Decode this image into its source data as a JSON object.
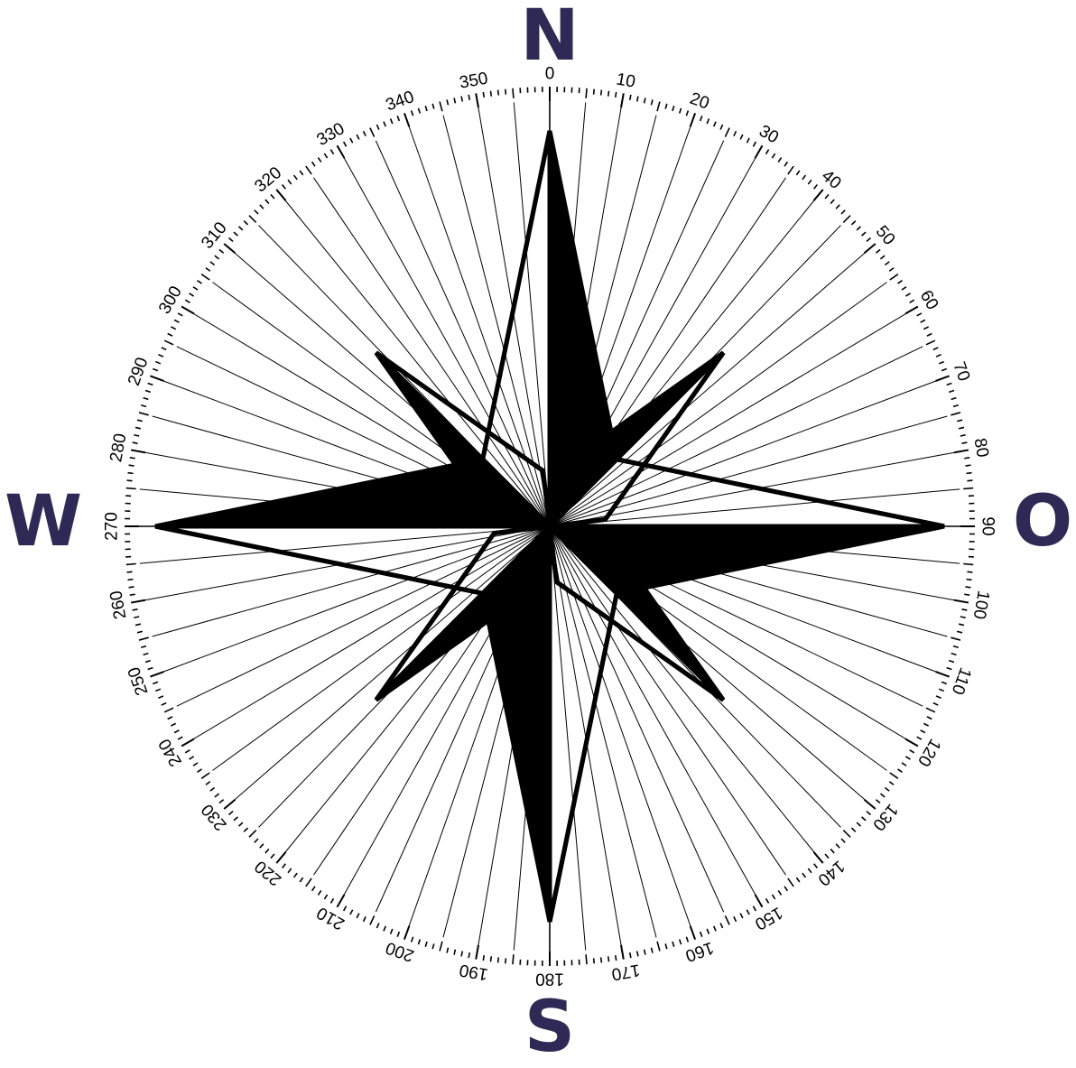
{
  "cardinals": {
    "north": "N",
    "south": "S",
    "west": "W",
    "east": "O"
  },
  "degree_labels": [
    "0",
    "10",
    "20",
    "30",
    "40",
    "50",
    "60",
    "70",
    "80",
    "90",
    "100",
    "110",
    "120",
    "130",
    "140",
    "150",
    "160",
    "170",
    "180",
    "190",
    "200",
    "210",
    "220",
    "230",
    "240",
    "250",
    "260",
    "270",
    "280",
    "290",
    "300",
    "310",
    "320",
    "330",
    "340",
    "350"
  ],
  "colors": {
    "cardinal_text": "#2f2a55",
    "ink": "#000000",
    "background": "#ffffff"
  },
  "rays_every_degrees": 5,
  "minor_tick_every_degrees": 1
}
